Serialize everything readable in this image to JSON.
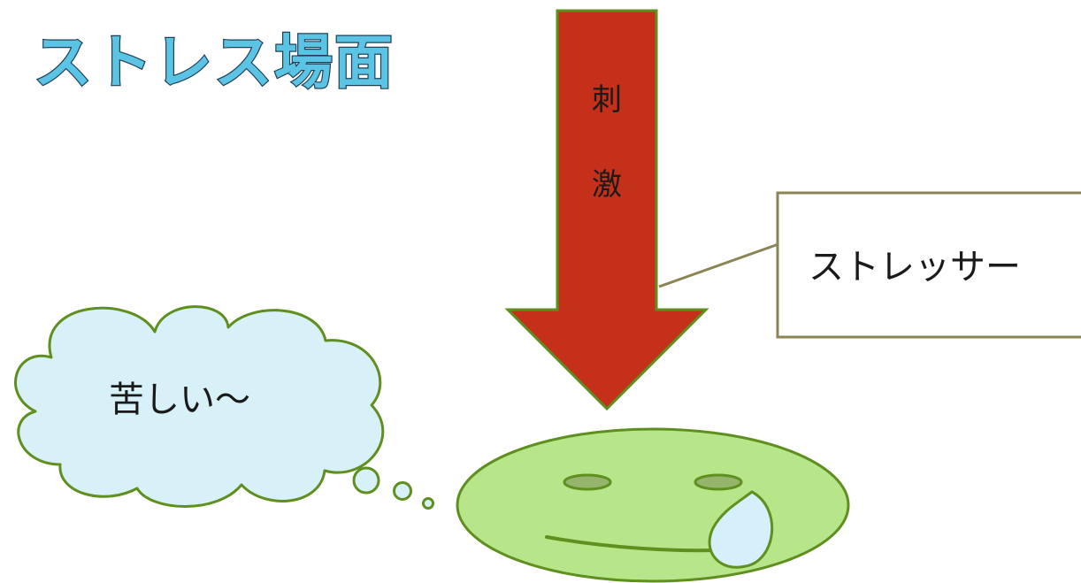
{
  "title": "ストレス場面",
  "arrow": {
    "char1": "刺",
    "char2": "激",
    "fill": "#c5301b",
    "stroke": "#5f8f1e"
  },
  "callout": {
    "text": "ストレッサー",
    "border": "#8a8454"
  },
  "thought": {
    "text": "苦しい〜",
    "fill": "#d8f1f9",
    "stroke": "#5f8f1e"
  },
  "face": {
    "fill": "#b6e58a",
    "stroke": "#5f8f1e",
    "tear_fill": "#d5f0fb"
  }
}
